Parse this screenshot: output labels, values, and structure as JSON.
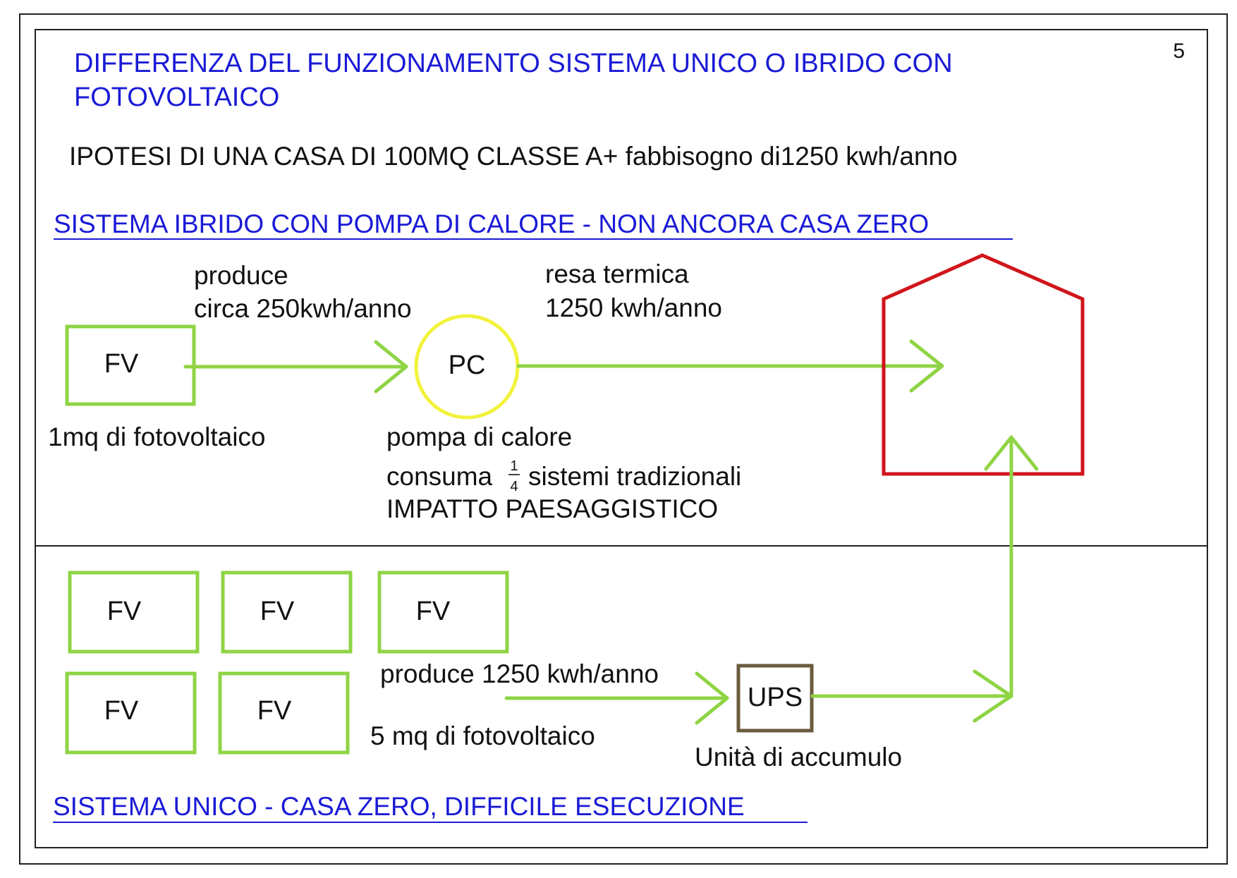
{
  "page_number": "5",
  "title_line1": "DIFFERENZA DEL FUNZIONAMENTO SISTEMA UNICO O IBRIDO CON",
  "title_line2": "FOTOVOLTAICO",
  "hypothesis": "IPOTESI DI UNA CASA DI 100MQ CLASSE A+ fabbisogno di1250 kwh/anno",
  "hybrid": {
    "heading": "SISTEMA IBRIDO CON POMPA DI CALORE - NON ANCORA CASA ZERO",
    "fv_label": "FV",
    "fv_caption": "1mq di fotovoltaico",
    "produce_line1": "produce",
    "produce_line2": "circa 250kwh/anno",
    "pc_label": "PC",
    "pc_caption1": "pompa di calore",
    "pc_caption2_pre": "consuma",
    "pc_fraction_num": "1",
    "pc_fraction_den": "4",
    "pc_caption2_post": "sistemi tradizionali",
    "pc_caption3": "IMPATTO PAESAGGISTICO",
    "resa_line1": "resa termica",
    "resa_line2": "1250 kwh/anno"
  },
  "unico": {
    "heading": "SISTEMA UNICO - CASA ZERO, DIFFICILE ESECUZIONE",
    "fv_labels": [
      "FV",
      "FV",
      "FV",
      "FV",
      "FV"
    ],
    "produce": "produce 1250 kwh/anno",
    "area": "5 mq di fotovoltaico",
    "ups_label": "UPS",
    "ups_caption": "Unità di accumulo"
  },
  "colors": {
    "title_blue": "#1a1ad6",
    "arrow_green": "#8fd445",
    "house_red": "#d0151b",
    "pc_yellow": "#f2f23c",
    "ups_brown": "#6b5a3e"
  }
}
